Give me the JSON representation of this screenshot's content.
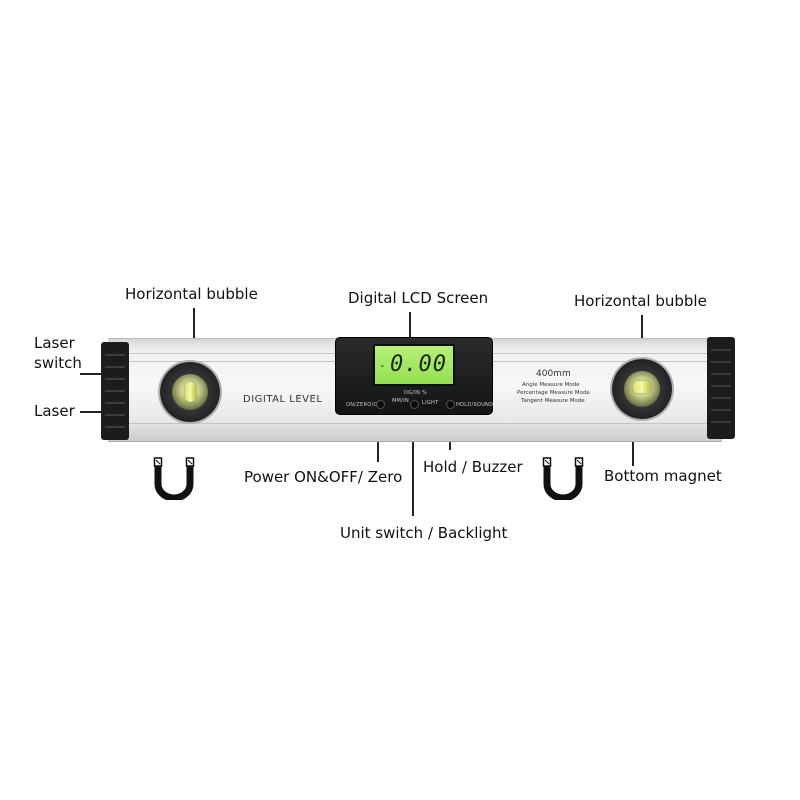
{
  "callouts": {
    "horizontal_bubble_left": "Horizontal bubble",
    "digital_lcd_screen": "Digital LCD Screen",
    "horizontal_bubble_right": "Horizontal bubble",
    "laser_switch_line1": "Laser",
    "laser_switch_line2": "switch",
    "laser": "Laser",
    "power_zero": "Power ON&OFF/ Zero",
    "hold_buzzer": "Hold / Buzzer",
    "bottom_magnet": "Bottom magnet",
    "unit_backlight": "Unit switch / Backlight"
  },
  "device": {
    "brand_text": "DIGITAL LEVEL",
    "size_text": "400mm",
    "modes": [
      "Angle Measure Mode",
      "Percentage Measure Mode",
      "Tangent Measure Mode"
    ],
    "lcd": {
      "sign": "-",
      "reading": "0.00"
    },
    "panel_labels": {
      "unit_header": "DG/IN %",
      "on_zero": "ON/ZERO/OFF",
      "unit": "MM/IN",
      "light": "LIGHT",
      "hold": "HOLD/SOUND"
    }
  },
  "colors": {
    "lcd_green": "#9fe35a",
    "body_silver": "#eef0f1",
    "endcap_black": "#1b1c1e"
  },
  "icons": {
    "left_magnet": "magnet-icon",
    "right_magnet": "magnet-icon"
  }
}
